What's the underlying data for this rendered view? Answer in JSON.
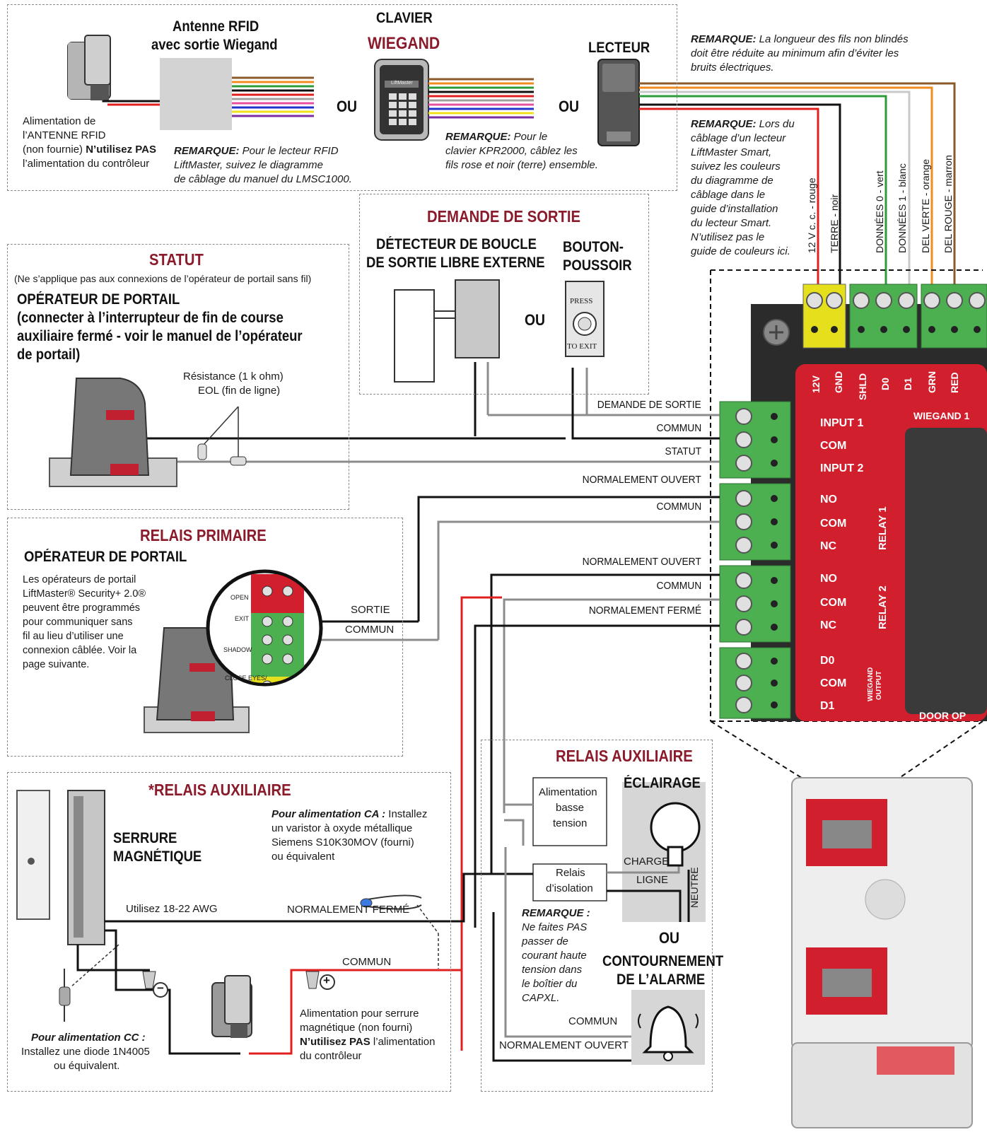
{
  "rfid": {
    "title_line1": "Antenne RFID",
    "title_line2": "avec sortie Wiegand",
    "power_line1": "Alimentation de",
    "power_line2": "l’ANTENNE RFID",
    "power_line3a": "(non fournie) ",
    "power_line3b": "N’utilisez PAS",
    "power_line4": "l’alimentation du contrôleur",
    "note_label": "REMARQUE:",
    "note_line1": " Pour le lecteur RFID",
    "note_line2": "LiftMaster, suivez le diagramme",
    "note_line3": "de câblage du manuel du LMSC1000."
  },
  "keypad": {
    "title": "CLAVIER",
    "subtitle": "WIEGAND",
    "note_label": "REMARQUE:",
    "note_line1": " Pour le",
    "note_line2": "clavier KPR2000, câblez les",
    "note_line3": "fils rose et noir (terre) ensemble.",
    "brand": "LiftMaster"
  },
  "or_label": "OU",
  "reader": {
    "title": "LECTEUR",
    "note1_label": "REMARQUE:",
    "note1_line1": " La longueur des fils non blindés",
    "note1_line2": "doit être réduite au minimum afin d’éviter les",
    "note1_line3": "bruits électriques.",
    "note2_label": "REMARQUE:",
    "note2_lines": [
      " Lors du",
      "câblage d’un lecteur",
      "LiftMaster Smart,",
      "suivez les couleurs",
      "du diagramme de",
      "câblage dans le",
      "guide d’installation",
      "du lecteur Smart.",
      "N’utilisez pas le",
      "guide de couleurs ici."
    ]
  },
  "wire_labels": [
    "12 V c. c. - rouge",
    "TERRE - noir",
    "DONNÉES 0 - vert",
    "DONNÉES 1 - blanc",
    "DEL VERTE - orange",
    "DEL ROUGE - marron"
  ],
  "exit_request": {
    "title": "DEMANDE DE SORTIE",
    "loop_line1": "DÉTECTEUR DE BOUCLE",
    "loop_line2": "DE SORTIE LIBRE EXTERNE",
    "button_line1": "BOUTON-",
    "button_line2": "POUSSOIR",
    "press": "PRESS",
    "to_exit": "TO EXIT"
  },
  "status": {
    "title": "STATUT",
    "subtitle": "(Ne s’applique pas aux connexions de l’opérateur de portail sans fil)",
    "op_lines": [
      "OPÉRATEUR DE PORTAIL",
      "(connecter à l’interrupteur de fin de course",
      "auxiliaire fermé - voir le manuel de l’opérateur",
      "de portail)"
    ],
    "resistor_line1": "Résistance (1 k ohm)",
    "resistor_line2": "EOL (fin de ligne)"
  },
  "primary_relay": {
    "title": "RELAIS PRIMAIRE",
    "operator": "OPÉRATEUR DE PORTAIL",
    "desc_lines": [
      "Les opérateurs de portail",
      "LiftMaster® Security+ 2.0®",
      "peuvent être programmés",
      "pour communiquer sans",
      "fil au lieu d’utiliser une",
      "connexion câblée. Voir la",
      "page suivante."
    ],
    "term_open": "OPEN",
    "term_exit": "EXIT",
    "term_shadow": "SHADOW",
    "term_close": "CLOSE EYES/",
    "wire_out": "SORTIE",
    "wire_common": "COMMUN"
  },
  "aux_relay_left": {
    "title": "*RELAIS AUXILIAIRE",
    "lock_line1": "SERRURE",
    "lock_line2": "MAGNÉTIQUE",
    "awg": "Utilisez 18-22 AWG",
    "nf": "NORMALEMENT FERMÉ",
    "common": "COMMUN",
    "ac_label": "Pour alimentation CA :",
    "ac_line1": " Installez",
    "ac_line2": "un varistor à oxyde métallique",
    "ac_line3": "Siemens S10K30MOV (fourni)",
    "ac_line4": "ou équivalent",
    "dc_label": "Pour alimentation CC :",
    "dc_line1": "Installez une diode 1N4005",
    "dc_line2": "ou équivalent.",
    "psu_line1": "Alimentation pour serrure",
    "psu_line2": "magnétique (non fourni)",
    "psu_line3a": "N’utilisez PAS",
    "psu_line3b": " l’alimentation",
    "psu_line4": "du contrôleur",
    "minus": "−",
    "plus": "+"
  },
  "aux_relay_right": {
    "title": "RELAIS AUXILIAIRE",
    "lighting": "ÉCLAIRAGE",
    "lv_line1": "Alimentation",
    "lv_line2": "basse",
    "lv_line3": "tension",
    "iso_line1": "Relais",
    "iso_line2": "d’isolation",
    "charge": "CHARGE",
    "ligne": "LIGNE",
    "neutre": "NEUTRE",
    "note_label": "REMARQUE :",
    "note_lines": [
      "Ne faites PAS",
      "passer de",
      "courant haute",
      "tension dans",
      "le boîtier du",
      "CAPXL."
    ],
    "or": "OU",
    "bypass_line1": "CONTOURNEMENT",
    "bypass_line2": "DE L’ALARME",
    "common": "COMMUN",
    "no": "NORMALEMENT OUVERT"
  },
  "terminal_wire_labels": [
    "DEMANDE DE SORTIE",
    "COMMUN",
    "STATUT",
    "NORMALEMENT OUVERT",
    "COMMUN",
    "NORMALEMENT OUVERT",
    "COMMUN",
    "NORMALEMENT FERMÉ"
  ],
  "board": {
    "top_pins": [
      "12V",
      "GND",
      "SHLD",
      "D0",
      "D1",
      "GRN",
      "RED"
    ],
    "wiegand": "WIEGAND 1",
    "input_group": [
      "INPUT 1",
      "COM",
      "INPUT 2"
    ],
    "relay1_pins": [
      "NO",
      "COM",
      "NC"
    ],
    "relay1": "RELAY 1",
    "relay2_pins": [
      "NO",
      "COM",
      "NC"
    ],
    "relay2": "RELAY 2",
    "wout_pins": [
      "D0",
      "COM",
      "D1"
    ],
    "wout_line1": "WIEGAND",
    "wout_line2": "OUTPUT",
    "door": "DOOR OP"
  },
  "colors": {
    "accent_red": "#8b1a2b",
    "pcb_red": "#d11f2e",
    "terminal_green": "#4caf50",
    "terminal_yellow": "#e6e01c",
    "wire_red": "#e0201f",
    "wire_gray": "#8c8c8c"
  }
}
